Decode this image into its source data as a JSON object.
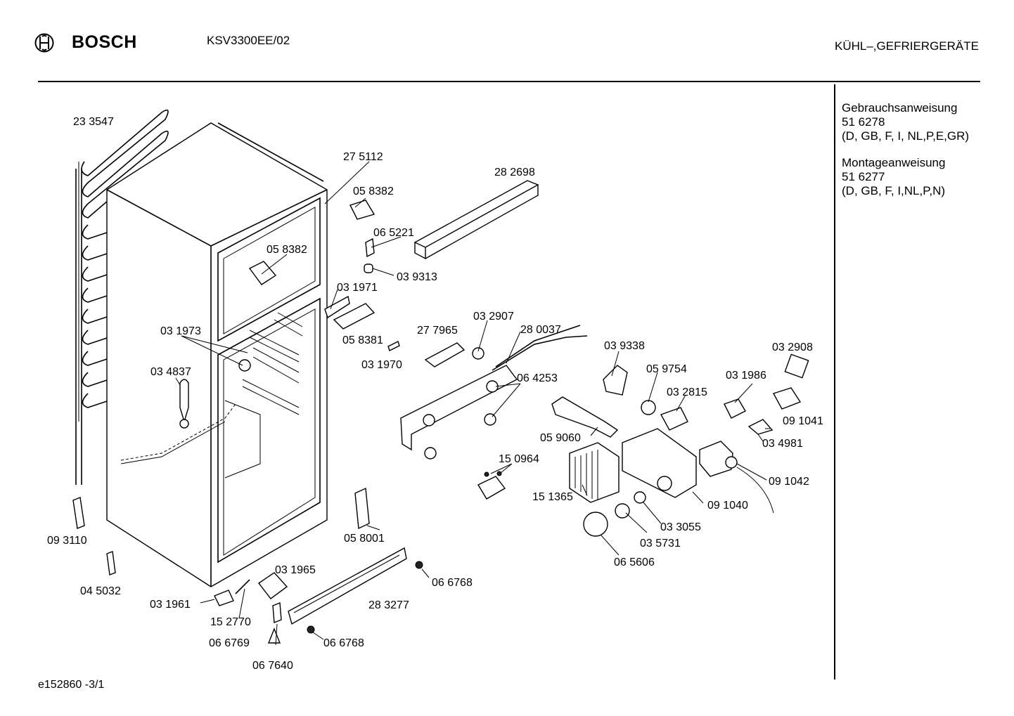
{
  "header": {
    "brand": "BOSCH",
    "model": "KSV3300EE/02",
    "category": "KÜHL–,GEFRIERGERÄTE"
  },
  "documents": [
    {
      "title": "Gebrauchsanweisung",
      "number": "51 6278",
      "languages": "(D, GB, F, I, NL,P,E,GR)"
    },
    {
      "title": "Montageanweisung",
      "number": "51 6277",
      "languages": "(D, GB, F, I,NL,P,N)"
    }
  ],
  "footer": "e152860   -3/1",
  "parts": [
    "23 3547",
    "27 5112",
    "28 2698",
    "05 8382",
    "06 5221",
    "05 8382",
    "03 9313",
    "03 1971",
    "03 1973",
    "03 4837",
    "05 8381",
    "03 1970",
    "27 7965",
    "03 2907",
    "28 0037",
    "03 9338",
    "05 9754",
    "03 2815",
    "03 1986",
    "03 2908",
    "06 4253",
    "09 1041",
    "03 4981",
    "05 9060",
    "15 0964",
    "09 1042",
    "15 1365",
    "09 1040",
    "03 3055",
    "03 5731",
    "06 5606",
    "05 8001",
    "09 3110",
    "04 5032",
    "03 1965",
    "06 6768",
    "28 3277",
    "03 1961",
    "15 2770",
    "06 6769",
    "06 6768",
    "06 7640"
  ]
}
